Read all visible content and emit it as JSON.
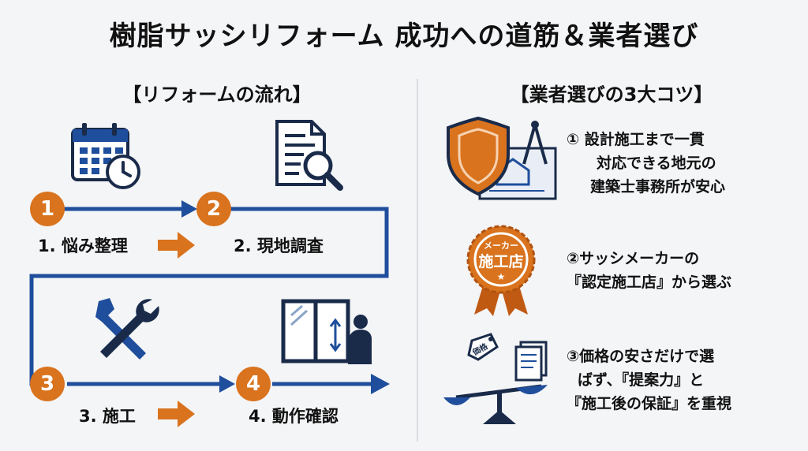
{
  "title": "樹脂サッシリフォーム 成功への道筋＆業者選び",
  "left": {
    "heading": "【リフォームの流れ】",
    "steps": [
      {
        "num": "1",
        "label": "1. 悩み整理"
      },
      {
        "num": "2",
        "label": "2. 現地調査"
      },
      {
        "num": "3",
        "label": "3. 施工"
      },
      {
        "num": "4",
        "label": "4. 動作確認"
      }
    ]
  },
  "right": {
    "heading": "【業者選びの3大コツ】",
    "tips": [
      {
        "lines": [
          "① 設計施工まで一貫",
          "対応できる地元の",
          "建築士事務所が安心"
        ]
      },
      {
        "lines": [
          "②サッシメーカーの",
          "『認定施工店』から選ぶ"
        ]
      },
      {
        "lines": [
          "③価格の安さだけで選",
          "ばず、『提案力』と",
          "『施工後の保証』を重視"
        ]
      }
    ],
    "badge_top": "メーカー",
    "badge_main": "施工店",
    "price_tag": "価格"
  },
  "colors": {
    "blue": "#1f4e9c",
    "orange": "#d9731e",
    "dark": "#1a2b4a"
  },
  "icons": [
    "calendar-icon",
    "document-search-icon",
    "tools-icon",
    "window-person-icon",
    "shield-blueprint-icon",
    "certified-badge-icon",
    "scale-price-icon"
  ]
}
